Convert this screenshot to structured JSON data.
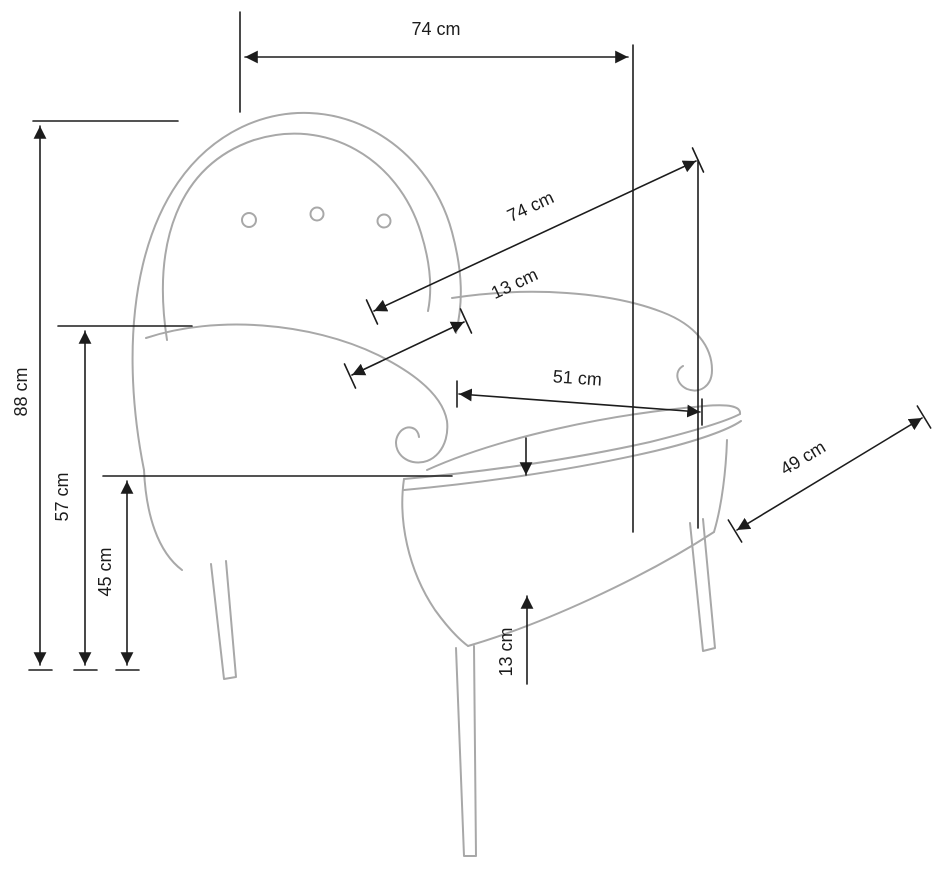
{
  "diagram": {
    "subject": "Armchair technical dimension drawing",
    "unit": "cm",
    "labels": {
      "top_width": "74 cm",
      "diagonal_depth": "74 cm",
      "armrest_thickness": "13 cm",
      "seat_width": "51 cm",
      "seat_depth": "49 cm",
      "overall_height": "88 cm",
      "armrest_height": "57 cm",
      "seat_height": "45 cm",
      "cushion_thickness": "13 cm"
    }
  }
}
